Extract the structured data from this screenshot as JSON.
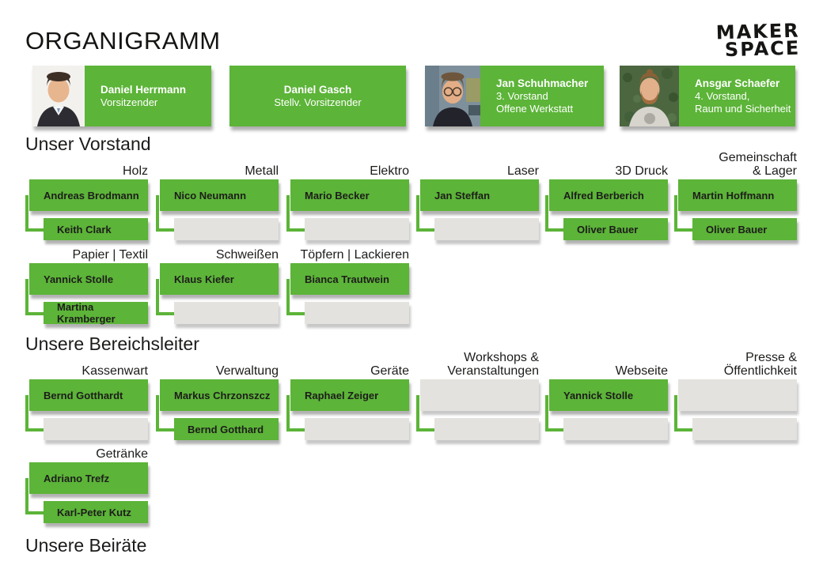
{
  "page": {
    "title": "ORGANIGRAMM",
    "background": "#ffffff"
  },
  "logo": {
    "line1": "MAKER",
    "line2": "SPACE",
    "color": "#161513"
  },
  "colors": {
    "accent_green": "#5cb438",
    "empty_box_gray": "#e4e2de",
    "box_text": "#1d1d1b",
    "card_text": "#ffffff"
  },
  "headings": {
    "vorstand": "Unser Vorstand",
    "bereichsleiter": "Unsere Bereichsleiter",
    "beiraete": "Unsere Beiräte"
  },
  "board": {
    "members": [
      {
        "name": "Daniel Herrmann",
        "role": "Vorsitzender",
        "photo": "man-dark-hair-suit-white-background"
      },
      {
        "name": "Daniel Gasch",
        "role": "Stellv. Vorsitzender"
      },
      {
        "name": "Jan Schuhmacher",
        "role": "3. Vorstand",
        "role2": "Offene Werkstatt",
        "photo": "man-glasses-long-hair-workshop-background"
      },
      {
        "name": "Ansgar Schaefer",
        "role": "4. Vorstand,",
        "role2": "Raum und Sicherheit",
        "photo": "man-beard-white-tshirt-ivy-background"
      }
    ]
  },
  "sections": [
    {
      "label1": "Holz",
      "lead": "Andreas Brodmann",
      "deputy": "Keith Clark"
    },
    {
      "label1": "Metall",
      "lead": "Nico Neumann",
      "deputy": ""
    },
    {
      "label1": "Elektro",
      "lead": "Mario Becker",
      "deputy": ""
    },
    {
      "label1": "Laser",
      "lead": "Jan Steffan",
      "deputy": ""
    },
    {
      "label1": "3D Druck",
      "lead": "Alfred Berberich",
      "deputy": "Oliver Bauer"
    },
    {
      "label1": "Gemeinschaft",
      "label2": "& Lager",
      "lead": "Martin Hoffmann",
      "deputy": "Oliver Bauer"
    },
    {
      "label1": "Papier | Textil",
      "lead": "Yannick Stolle",
      "deputy": "Martina Kramberger"
    },
    {
      "label1": "Schweißen",
      "lead": "Klaus Kiefer",
      "deputy": ""
    },
    {
      "label1": "Töpfern | Lackieren",
      "lead": "Bianca Trautwein",
      "deputy": ""
    },
    {
      "label1": "Kassenwart",
      "lead": "Bernd Gotthardt",
      "deputy": ""
    },
    {
      "label1": "Verwaltung",
      "lead": "Markus Chrzonszcz",
      "deputy": "Bernd Gotthard"
    },
    {
      "label1": "Geräte",
      "lead": "Raphael Zeiger",
      "deputy": ""
    },
    {
      "label1": "Workshops &",
      "label2": "Veranstaltungen",
      "lead": "",
      "deputy": ""
    },
    {
      "label1": "Webseite",
      "lead": "Yannick Stolle",
      "deputy": ""
    },
    {
      "label1": "Presse &",
      "label2": "Öffentlichkeit",
      "lead": "",
      "deputy": ""
    },
    {
      "label1": "Getränke",
      "lead": "Adriano Trefz",
      "deputy": "Karl-Peter Kutz"
    }
  ]
}
